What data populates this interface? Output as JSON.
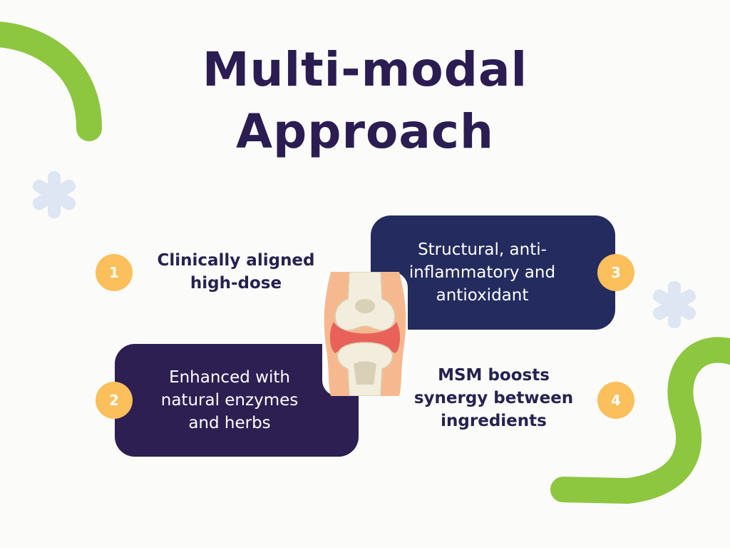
{
  "title": {
    "line1": "Multi-modal",
    "line2": "Approach"
  },
  "items": [
    {
      "number": "1",
      "text_lines": [
        "Clinically aligned",
        "high-dose"
      ]
    },
    {
      "number": "2",
      "text_lines": [
        "Enhanced with",
        "natural enzymes",
        "and herbs"
      ]
    },
    {
      "number": "3",
      "text_lines": [
        "Structural, anti-",
        "inflammatory and",
        "antioxidant"
      ]
    },
    {
      "number": "4",
      "text_lines": [
        "MSM boosts",
        "synergy between",
        "ingredients"
      ]
    }
  ],
  "colors": {
    "title": "#2b1d52",
    "card_blue": "#242b5e",
    "card_purple": "#2d1f52",
    "badge": "#fbbf5b",
    "accent_green": "#8dc63f",
    "snowflake": "#dde6f2"
  }
}
